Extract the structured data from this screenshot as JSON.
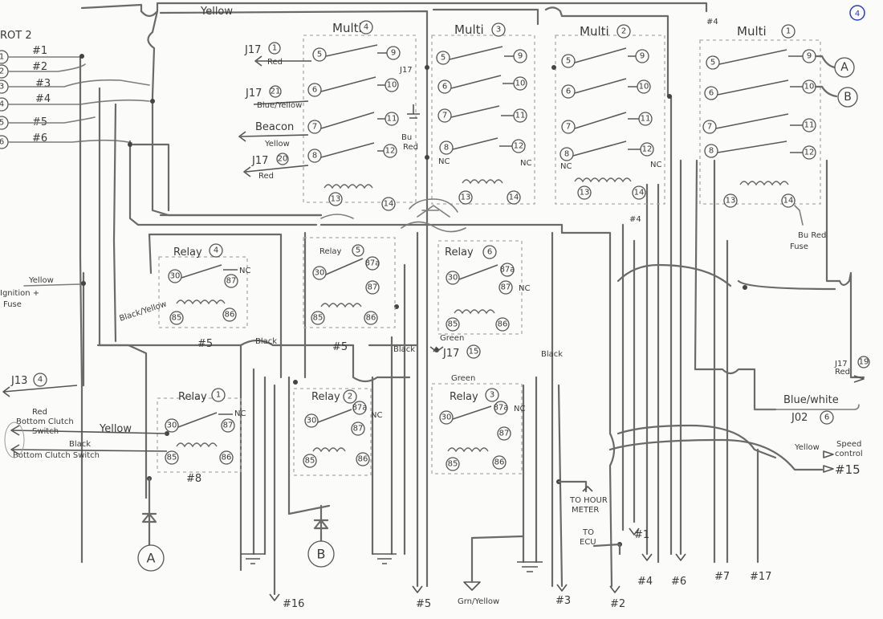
{
  "page": {
    "number": "4"
  },
  "connector": {
    "title": "ROT 2",
    "wires": [
      "#1",
      "#2",
      "#3",
      "#4",
      "#5",
      "#6"
    ]
  },
  "top_wire": {
    "label": "Yellow"
  },
  "top_markers": [
    "#4"
  ],
  "multi_modules": [
    {
      "title": "Multi",
      "num": "4",
      "pins": [
        "5",
        "6",
        "7",
        "8",
        "9",
        "10",
        "11",
        "12",
        "13",
        "14"
      ]
    },
    {
      "title": "Multi",
      "num": "3",
      "pins": [
        "5",
        "6",
        "7",
        "8",
        "9",
        "10",
        "11",
        "12",
        "13",
        "14"
      ],
      "nc": [
        "NC",
        "NC"
      ]
    },
    {
      "title": "Multi",
      "num": "2",
      "pins": [
        "5",
        "6",
        "7",
        "8",
        "9",
        "10",
        "11",
        "12",
        "13",
        "14"
      ],
      "nc": [
        "NC",
        "NC"
      ]
    },
    {
      "title": "Multi",
      "num": "1",
      "pins": [
        "5",
        "6",
        "7",
        "8",
        "9",
        "10",
        "11",
        "12",
        "13",
        "14"
      ],
      "outputs": [
        "A",
        "B"
      ]
    }
  ],
  "multi4_wires": [
    {
      "conn": "J17",
      "pin": "1",
      "color": "Red"
    },
    {
      "conn": "J17",
      "pin": "21",
      "color": "Blue/Yellow"
    },
    {
      "label": "Beacon",
      "sub": "Yellow"
    },
    {
      "conn": "J17",
      "pin": "20",
      "color": "Red"
    }
  ],
  "multi3_labels": [
    "J17",
    "Bu",
    "Red"
  ],
  "multi2_labels": [
    "#4"
  ],
  "multi1_labels": {
    "fuse_line1": "Bu Red",
    "fuse_line2": "Fuse"
  },
  "relays": [
    {
      "title": "Relay",
      "num": "4",
      "pins": [
        "30",
        "87",
        "85",
        "86"
      ],
      "nc": "NC"
    },
    {
      "title": "Relay",
      "num": "5",
      "pins": [
        "30",
        "87a",
        "87",
        "85",
        "86"
      ]
    },
    {
      "title": "Relay",
      "num": "6",
      "pins": [
        "30",
        "87a",
        "87",
        "85",
        "86"
      ],
      "nc": "NC"
    },
    {
      "title": "Relay",
      "num": "1",
      "pins": [
        "30",
        "87",
        "85",
        "86"
      ],
      "nc": "NC"
    },
    {
      "title": "Relay",
      "num": "2",
      "pins": [
        "30",
        "87a",
        "87",
        "85",
        "86"
      ],
      "nc": "NC"
    },
    {
      "title": "Relay",
      "num": "3",
      "pins": [
        "30",
        "87a",
        "87",
        "85",
        "86"
      ],
      "nc": "NC"
    }
  ],
  "left_labels": {
    "ignition_color": "Yellow",
    "ignition": "Ignition +",
    "fuse": "Fuse",
    "j13": "J13",
    "j13_pin": "4",
    "black_yellow": "Black/Yellow",
    "clutch_color1": "Red",
    "clutch1": "Bottom Clutch",
    "clutch1b": "Switch",
    "clutch_color2": "Black",
    "clutch2": "Bottom Clutch Switch",
    "yellow": "Yellow"
  },
  "mid_labels": {
    "num5a": "#5",
    "num5b": "#5",
    "num8": "#8",
    "black1": "Black",
    "black2": "Black",
    "black3": "Black",
    "green1": "Green",
    "green2": "Green",
    "j17_15": "J17",
    "j17_15_pin": "15"
  },
  "right_labels": {
    "j17_19": "J17",
    "j17_19_pin": "19",
    "j17_19_color": "Red",
    "blue_white": "Blue/white",
    "j02": "J02",
    "j02_pin": "6",
    "yellow": "Yellow",
    "speed1": "Speed",
    "speed2": "control",
    "out15": "#15"
  },
  "bottom_labels": {
    "diode_a": "A",
    "diode_b": "B",
    "out16": "#16",
    "out5": "#5",
    "green_yellow": "Grn/Yellow",
    "out3": "#3",
    "hour_meter1": "TO HOUR",
    "hour_meter2": "METER",
    "to_ecu1": "TO",
    "to_ecu2": "ECU",
    "out1": "#1",
    "out2": "#2",
    "out4": "#4",
    "out6": "#6",
    "out7": "#7",
    "out17": "#17"
  },
  "legend_colors": {
    "pencil": "#6a6a6a",
    "page_number": "#2a40b8",
    "paper": "#fbfbf9"
  }
}
